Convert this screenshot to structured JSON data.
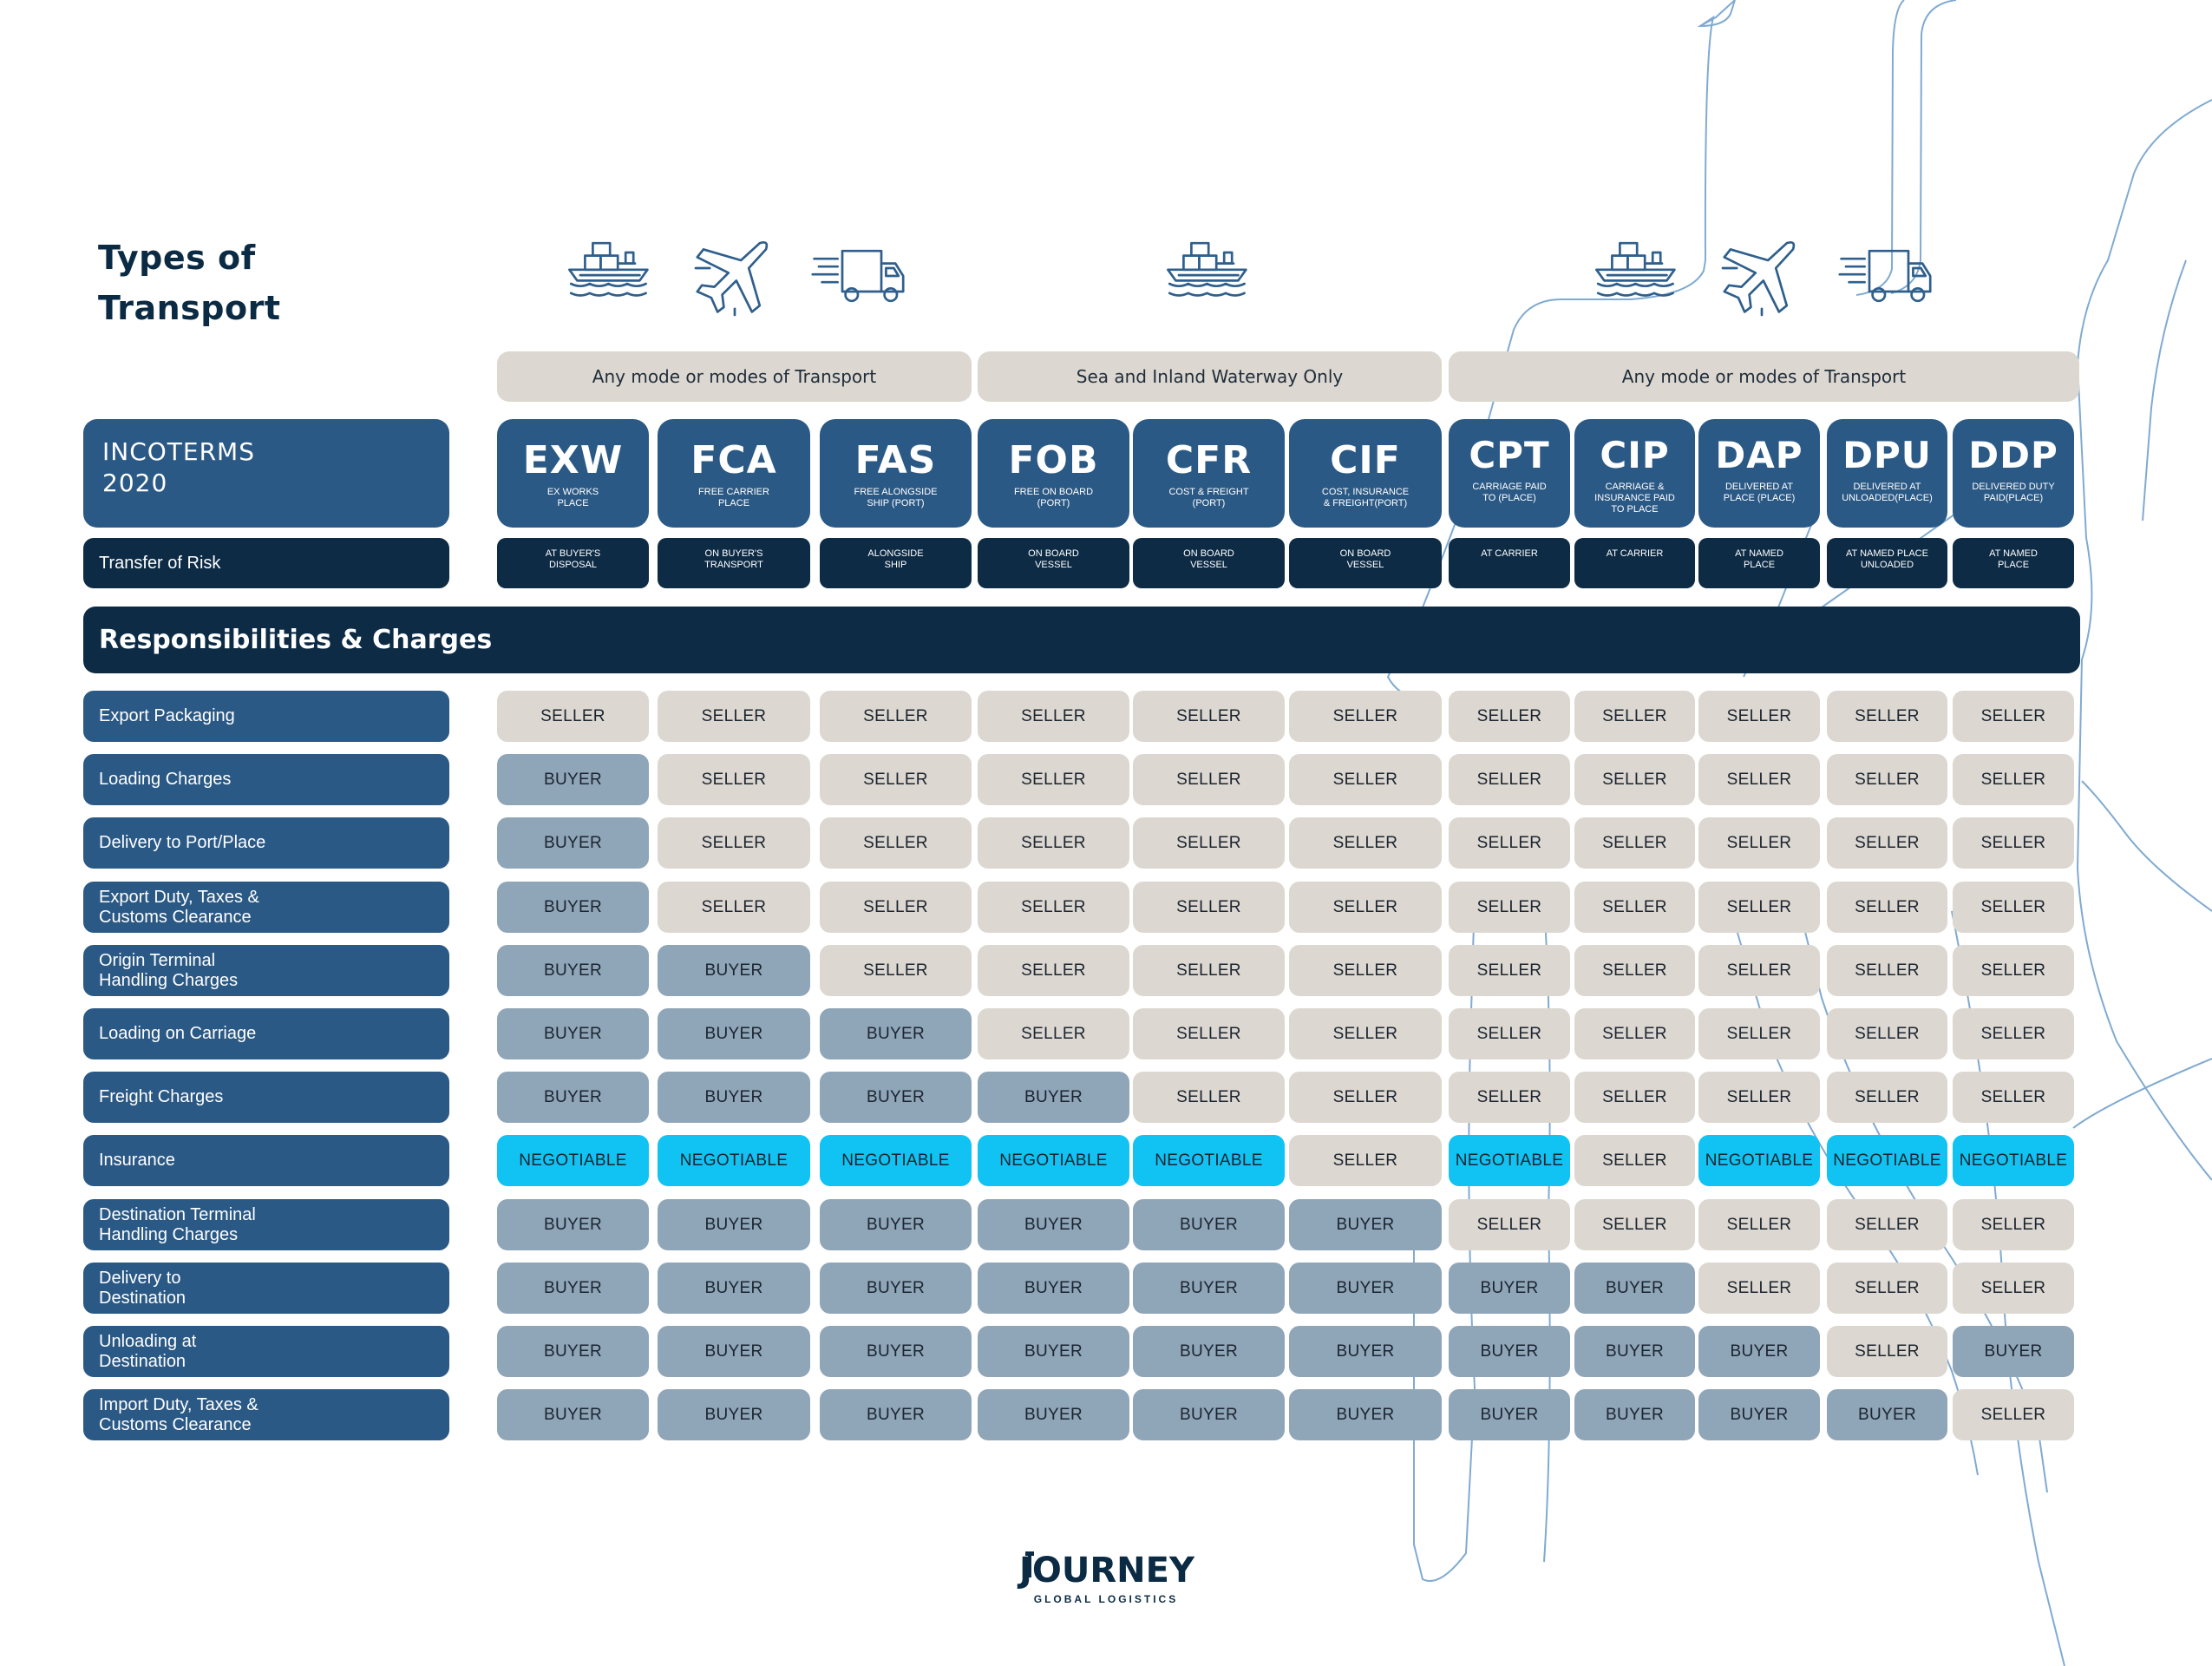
{
  "title": "Types of\nTransport",
  "transport_groups": [
    {
      "label": "Any mode or modes of Transport",
      "start": 0,
      "end": 2,
      "icons": [
        "ship-icon",
        "plane-icon",
        "truck-icon"
      ]
    },
    {
      "label": "Sea and Inland Waterway Only",
      "start": 3,
      "end": 5,
      "icons": [
        "ship-icon"
      ]
    },
    {
      "label": "Any mode or modes of Transport",
      "start": 6,
      "end": 10,
      "icons": [
        "ship-icon",
        "plane-icon",
        "truck-icon"
      ]
    }
  ],
  "incoterms_label": "INCOTERMS\n2020",
  "incoterms": [
    {
      "code": "EXW",
      "desc": "EX WORKS\nPLACE",
      "risk": "AT BUYER'S\nDISPOSAL"
    },
    {
      "code": "FCA",
      "desc": "FREE CARRIER\nPLACE",
      "risk": "ON BUYER'S\nTRANSPORT"
    },
    {
      "code": "FAS",
      "desc": "FREE ALONGSIDE\nSHIP (PORT)",
      "risk": "ALONGSIDE\nSHIP"
    },
    {
      "code": "FOB",
      "desc": "FREE ON BOARD\n(PORT)",
      "risk": "ON BOARD\nVESSEL"
    },
    {
      "code": "CFR",
      "desc": "COST & FREIGHT\n(PORT)",
      "risk": "ON BOARD\nVESSEL"
    },
    {
      "code": "CIF",
      "desc": "COST, INSURANCE\n& FREIGHT(PORT)",
      "risk": "ON BOARD\nVESSEL"
    },
    {
      "code": "CPT",
      "desc": "CARRIAGE PAID\nTO (PLACE)",
      "risk": "AT CARRIER"
    },
    {
      "code": "CIP",
      "desc": "CARRIAGE &\nINSURANCE PAID\nTO PLACE",
      "risk": "AT CARRIER"
    },
    {
      "code": "DAP",
      "desc": "DELIVERED AT\nPLACE (PLACE)",
      "risk": "AT NAMED\nPLACE"
    },
    {
      "code": "DPU",
      "desc": "DELIVERED AT\nUNLOADED(PLACE)",
      "risk": "AT NAMED PLACE\nUNLOADED"
    },
    {
      "code": "DDP",
      "desc": "DELIVERED DUTY\nPAID(PLACE)",
      "risk": "AT NAMED\nPLACE"
    }
  ],
  "transfer_of_risk_label": "Transfer of Risk",
  "responsibilities_heading": "Responsibilities & Charges",
  "rows": [
    {
      "label": "Export Packaging",
      "values": [
        "SELLER",
        "SELLER",
        "SELLER",
        "SELLER",
        "SELLER",
        "SELLER",
        "SELLER",
        "SELLER",
        "SELLER",
        "SELLER",
        "SELLER"
      ]
    },
    {
      "label": "Loading Charges",
      "values": [
        "BUYER",
        "SELLER",
        "SELLER",
        "SELLER",
        "SELLER",
        "SELLER",
        "SELLER",
        "SELLER",
        "SELLER",
        "SELLER",
        "SELLER"
      ]
    },
    {
      "label": "Delivery to Port/Place",
      "values": [
        "BUYER",
        "SELLER",
        "SELLER",
        "SELLER",
        "SELLER",
        "SELLER",
        "SELLER",
        "SELLER",
        "SELLER",
        "SELLER",
        "SELLER"
      ]
    },
    {
      "label": "Export Duty, Taxes &\nCustoms Clearance",
      "values": [
        "BUYER",
        "SELLER",
        "SELLER",
        "SELLER",
        "SELLER",
        "SELLER",
        "SELLER",
        "SELLER",
        "SELLER",
        "SELLER",
        "SELLER"
      ]
    },
    {
      "label": "Origin Terminal\nHandling Charges",
      "values": [
        "BUYER",
        "BUYER",
        "SELLER",
        "SELLER",
        "SELLER",
        "SELLER",
        "SELLER",
        "SELLER",
        "SELLER",
        "SELLER",
        "SELLER"
      ]
    },
    {
      "label": "Loading on Carriage",
      "values": [
        "BUYER",
        "BUYER",
        "BUYER",
        "SELLER",
        "SELLER",
        "SELLER",
        "SELLER",
        "SELLER",
        "SELLER",
        "SELLER",
        "SELLER"
      ]
    },
    {
      "label": "Freight Charges",
      "values": [
        "BUYER",
        "BUYER",
        "BUYER",
        "BUYER",
        "SELLER",
        "SELLER",
        "SELLER",
        "SELLER",
        "SELLER",
        "SELLER",
        "SELLER"
      ]
    },
    {
      "label": "Insurance",
      "values": [
        "NEGOTIABLE",
        "NEGOTIABLE",
        "NEGOTIABLE",
        "NEGOTIABLE",
        "NEGOTIABLE",
        "SELLER",
        "NEGOTIABLE",
        "SELLER",
        "NEGOTIABLE",
        "NEGOTIABLE",
        "NEGOTIABLE"
      ]
    },
    {
      "label": "Destination Terminal\nHandling Charges",
      "values": [
        "BUYER",
        "BUYER",
        "BUYER",
        "BUYER",
        "BUYER",
        "BUYER",
        "SELLER",
        "SELLER",
        "SELLER",
        "SELLER",
        "SELLER"
      ]
    },
    {
      "label": "Delivery to\nDestination",
      "values": [
        "BUYER",
        "BUYER",
        "BUYER",
        "BUYER",
        "BUYER",
        "BUYER",
        "BUYER",
        "BUYER",
        "SELLER",
        "SELLER",
        "SELLER"
      ]
    },
    {
      "label": "Unloading at\nDestination",
      "values": [
        "BUYER",
        "BUYER",
        "BUYER",
        "BUYER",
        "BUYER",
        "BUYER",
        "BUYER",
        "BUYER",
        "BUYER",
        "SELLER",
        "BUYER"
      ]
    },
    {
      "label": "Import Duty, Taxes &\nCustoms Clearance",
      "values": [
        "BUYER",
        "BUYER",
        "BUYER",
        "BUYER",
        "BUYER",
        "BUYER",
        "BUYER",
        "BUYER",
        "BUYER",
        "BUYER",
        "SELLER"
      ]
    }
  ],
  "logo": {
    "name": "JOURNEY",
    "tagline": "GLOBAL LOGISTICS"
  },
  "colors": {
    "navy": "#0d2b45",
    "blue": "#2b5985",
    "seller": "#dcd7d0",
    "buyer": "#8fa5b8",
    "negotiable": "#10c3f3",
    "title": "#0b2b44"
  }
}
